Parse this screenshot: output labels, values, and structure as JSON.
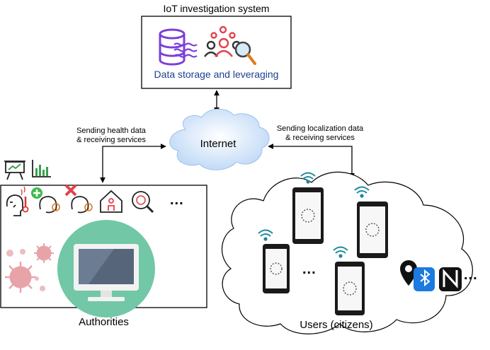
{
  "top_box": {
    "title": "IoT investigation system",
    "subtitle": "Data storage and leveraging",
    "icons": [
      "database-icon",
      "people-group-icon",
      "magnifier-icon"
    ]
  },
  "center": {
    "cloud_label": "Internet"
  },
  "edges": {
    "left_label_line1": "Sending health data",
    "left_label_line2": "& receiving services",
    "right_label_line1": "Sending localization data",
    "right_label_line2": "& receiving services"
  },
  "authorities": {
    "label": "Authorities",
    "ellipsis": "...",
    "top_icons": [
      "presentation-board-icon",
      "bar-chart-icon"
    ],
    "row_icons": [
      "sick-person-thermometer-icon",
      "person-positive-icon",
      "person-negative-icon",
      "home-quarantine-icon",
      "virus-search-icon"
    ]
  },
  "users": {
    "label": "Users (citizens)",
    "ellipsis": "...",
    "ellipsis_right": "...",
    "tech_icons": [
      "location-pin-icon",
      "bluetooth-icon",
      "nfc-icon"
    ]
  },
  "colors": {
    "brand_purple": "#7b3fd8",
    "text_blue": "#1d3f8f",
    "cloud_blue": "#cfe3fb",
    "monitor_bg": "#71c7a6",
    "virus_pink": "#e8a3a9"
  }
}
